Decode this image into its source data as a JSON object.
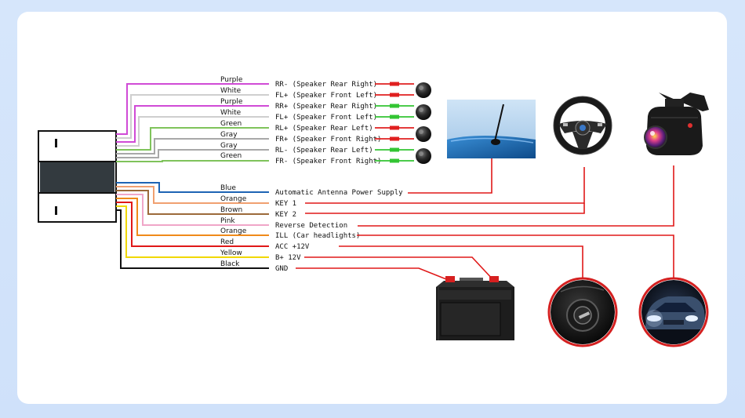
{
  "wires": [
    {
      "color_name": "Purple",
      "hex": "#d04bd6",
      "function": "RR- (Speaker Rear Right)",
      "group": "speaker",
      "connector_color": "#e02020"
    },
    {
      "color_name": "White",
      "hex": "#cfcfcf",
      "function": "FL+ (Speaker Front Left)",
      "group": "speaker",
      "connector_color": "#e02020"
    },
    {
      "color_name": "Purple",
      "hex": "#d04bd6",
      "function": "RR+ (Speaker Rear Right)",
      "group": "speaker",
      "connector_color": "#33c533"
    },
    {
      "color_name": "White",
      "hex": "#cfcfcf",
      "function": "FL+ (Speaker Front Left)",
      "group": "speaker",
      "connector_color": "#33c533"
    },
    {
      "color_name": "Green",
      "hex": "#7fc35b",
      "function": "RL+ (Speaker Rear Left)",
      "group": "speaker",
      "connector_color": "#e02020"
    },
    {
      "color_name": "Gray",
      "hex": "#a8a8a8",
      "function": "FR+ (Speaker Front Right)",
      "group": "speaker",
      "connector_color": "#e02020"
    },
    {
      "color_name": "Gray",
      "hex": "#a8a8a8",
      "function": "RL- (Speaker Rear Left)",
      "group": "speaker",
      "connector_color": "#33c533"
    },
    {
      "color_name": "Green",
      "hex": "#7fc35b",
      "function": "FR- (Speaker Front Right)",
      "group": "speaker",
      "connector_color": "#33c533"
    },
    {
      "color_name": "Blue",
      "hex": "#1e64b4",
      "function": "Automatic Antenna Power Supply",
      "group": "power"
    },
    {
      "color_name": "Orange",
      "hex": "#f0a070",
      "function": "KEY 1",
      "group": "power"
    },
    {
      "color_name": "Brown",
      "hex": "#9c6a3a",
      "function": "KEY 2",
      "group": "power"
    },
    {
      "color_name": "Pink",
      "hex": "#f0a6c8",
      "function": "Reverse Detection",
      "group": "power"
    },
    {
      "color_name": "Orange",
      "hex": "#f08a1a",
      "function": "ILL (Car headlights)",
      "group": "power"
    },
    {
      "color_name": "Red",
      "hex": "#e01818",
      "function": "ACC +12V",
      "group": "power"
    },
    {
      "color_name": "Yellow",
      "hex": "#f0d800",
      "function": "B+ 12V",
      "group": "power"
    },
    {
      "color_name": "Black",
      "hex": "#111111",
      "function": "GND",
      "group": "power"
    }
  ],
  "devices": [
    {
      "name": "antenna-image",
      "icon": "car-roof-antenna"
    },
    {
      "name": "steering-wheel-image",
      "icon": "steering-wheel"
    },
    {
      "name": "rear-camera-image",
      "icon": "backup-camera"
    },
    {
      "name": "battery-image",
      "icon": "car-battery"
    },
    {
      "name": "ignition-image",
      "icon": "ignition-key-switch"
    },
    {
      "name": "headlight-image",
      "icon": "car-headlights"
    }
  ],
  "colors": {
    "feed_line": "#e01818",
    "background": "#d6e6fb",
    "card": "#ffffff"
  }
}
